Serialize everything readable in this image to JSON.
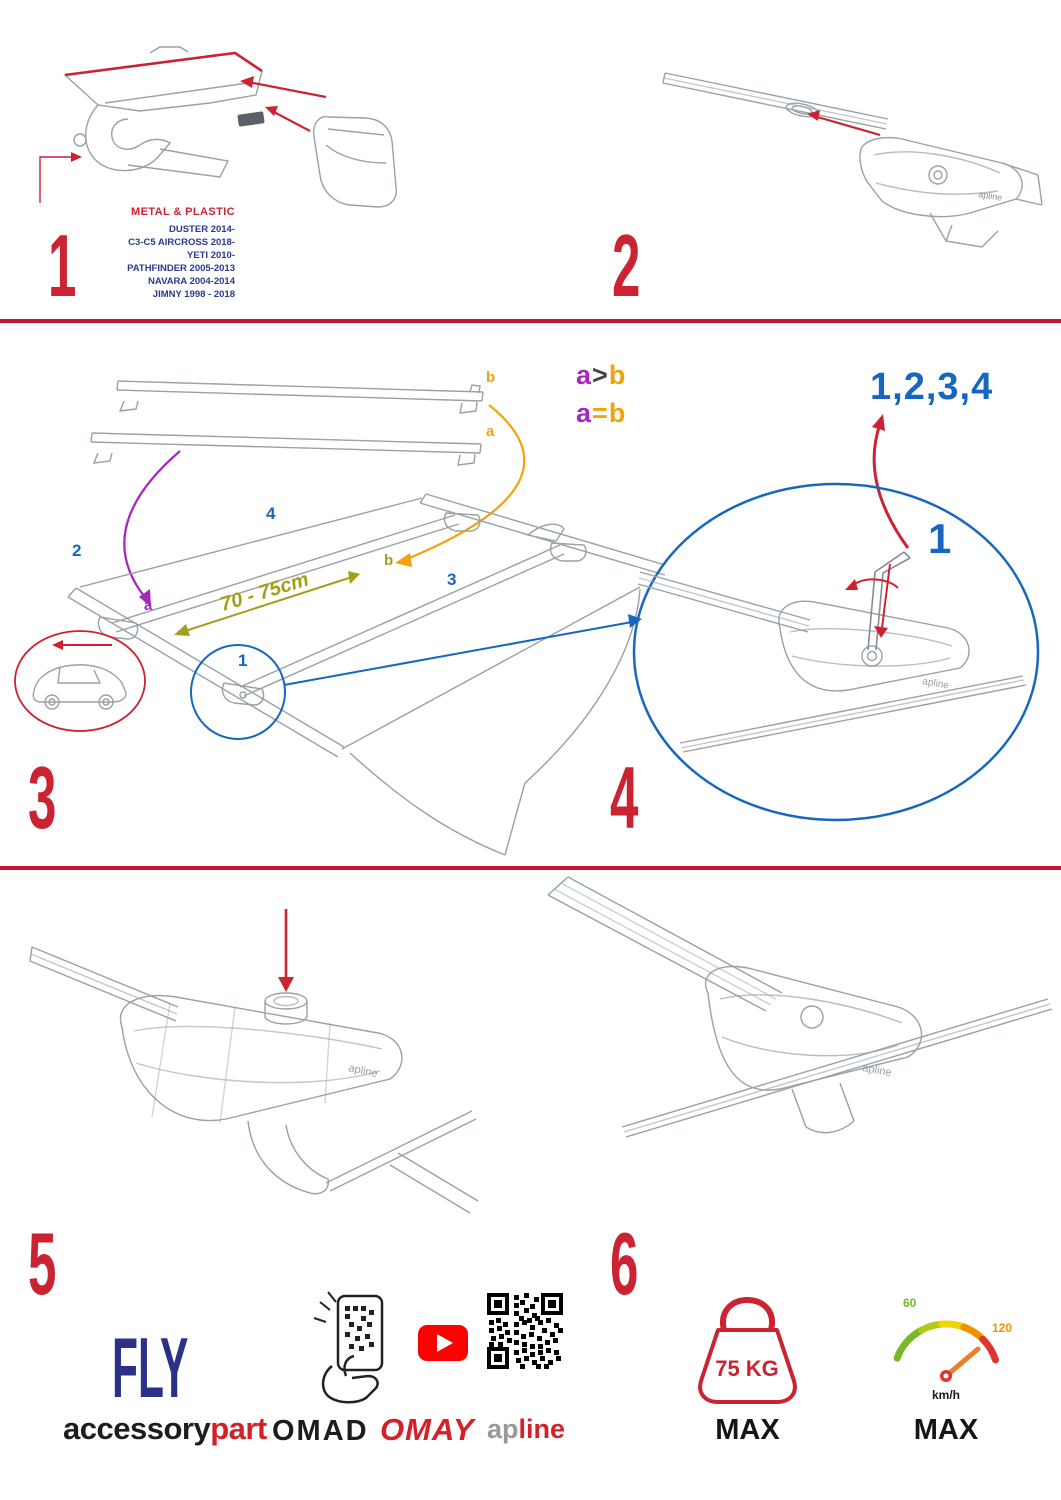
{
  "palette": {
    "red": "#cc2333",
    "divider_red": "#c31432",
    "blue": "#1767c0",
    "purple": "#a428bf",
    "orange": "#f2a20c",
    "olive": "#a2a019",
    "navy": "#2b3990",
    "brand_red": "#d42027",
    "gray_line": "#97a1a8"
  },
  "steps": {
    "one": {
      "num": "1",
      "heading": "METAL & PLASTIC",
      "models": [
        "DUSTER 2014-",
        "C3-C5 AIRCROSS 2018-",
        "YETI 2010-",
        "PATHFINDER 2005-2013",
        "NAVARA 2004-2014",
        "JIMNY 1998 - 2018"
      ]
    },
    "two": {
      "num": "2"
    },
    "three": {
      "num": "3",
      "bar_b": "b",
      "bar_a": "a",
      "cmp1_l": "a",
      "cmp1_op": ">",
      "cmp1_r": "b",
      "cmp2_l": "a",
      "cmp2_op": "=",
      "cmp2_r": "b",
      "roof_1": "1",
      "roof_2": "2",
      "roof_3": "3",
      "roof_4": "4",
      "roof_a": "a",
      "roof_b": "b",
      "measure": "70 - 75cm"
    },
    "four": {
      "num": "4",
      "sequence": "1,2,3,4",
      "first": "1"
    },
    "five": {
      "num": "5"
    },
    "six": {
      "num": "6"
    }
  },
  "brand_on_part": "apline",
  "footer": {
    "product": "FLY",
    "accessory": "accessory",
    "part": "part",
    "omad": "OMAD",
    "omay": "OMAY",
    "apline_ap": "ap",
    "apline_line": "line"
  },
  "limits": {
    "weight": "75 KG",
    "max_weight": "MAX",
    "speed_low": "60",
    "speed_high": "120",
    "speed_unit": "km/h",
    "max_speed": "MAX"
  }
}
